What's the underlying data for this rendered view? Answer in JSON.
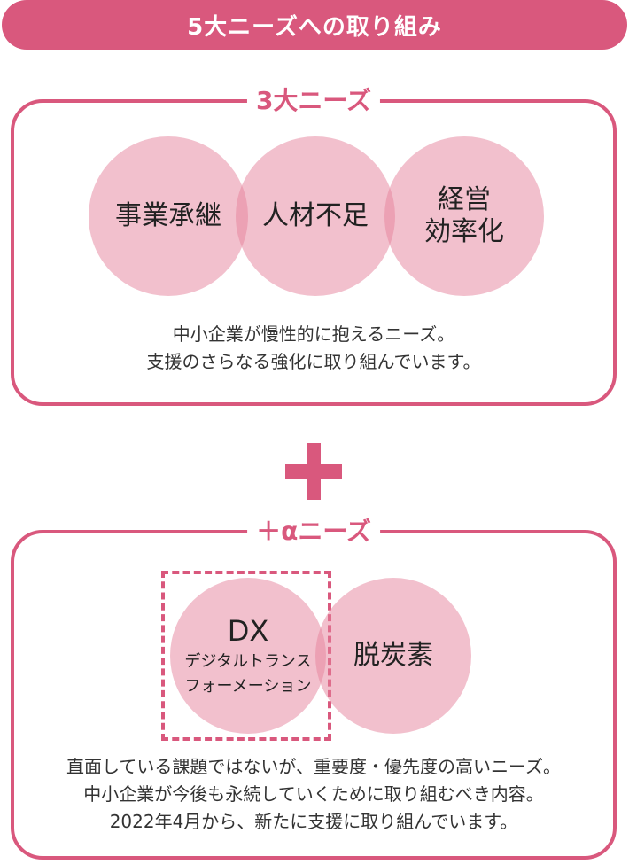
{
  "header": {
    "title": "5大ニーズへの取り組み"
  },
  "top_panel": {
    "label": "3大ニーズ",
    "circles": [
      {
        "text": "事業承継"
      },
      {
        "text": "人材不足"
      },
      {
        "line1": "経営",
        "line2": "効率化"
      }
    ],
    "description": [
      "中小企業が慢性的に抱えるニーズ。",
      "支援のさらなる強化に取り組んでいます。"
    ]
  },
  "bottom_panel": {
    "label": "＋αニーズ",
    "dx_circle": {
      "title": "DX",
      "sub_line1": "デジタルトランス",
      "sub_line2": "フォーメーション"
    },
    "carbon_circle": {
      "text": "脱炭素"
    },
    "description": [
      "直面している課題ではないが、重要度・優先度の高いニーズ。",
      "中小企業が今後も永続していくために取り組むべき内容。",
      "2022年4月から、新たに支援に取り組んでいます。"
    ]
  },
  "colors": {
    "accent": "#d9587d",
    "circle_fill": "#f0b8c5"
  }
}
